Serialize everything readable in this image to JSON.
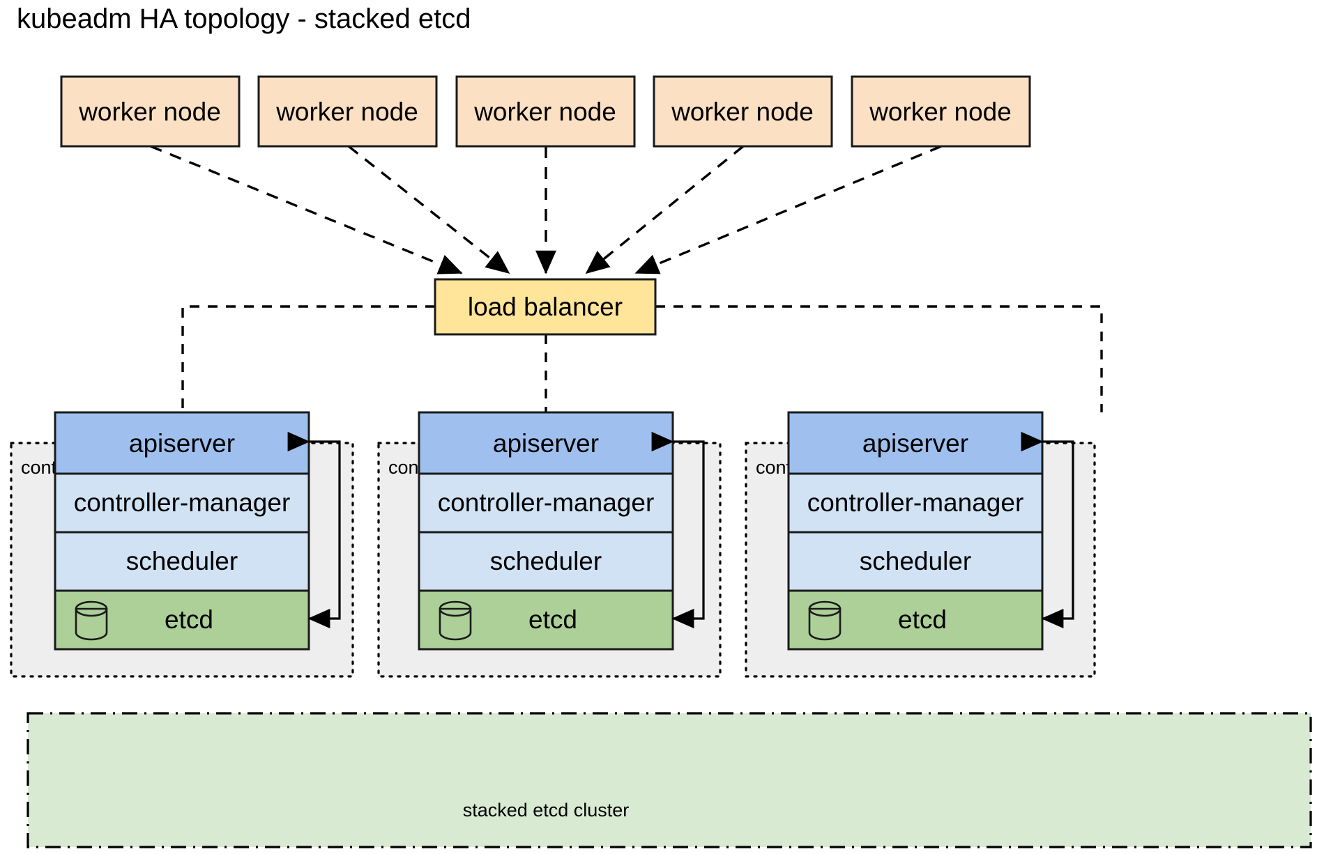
{
  "title": "kubeadm HA topology - stacked etcd",
  "colors": {
    "worker_fill": "#fbe0c4",
    "load_balancer_fill": "#ffe599",
    "apiserver_fill": "#9fc0ee",
    "component_fill": "#d0e2f4",
    "etcd_fill": "#acd098",
    "control_plane_fill": "#eeeeee",
    "etcd_cluster_fill": "#d9ead3",
    "stroke": "#1a1a1a"
  },
  "worker_nodes": [
    {
      "label": "worker node"
    },
    {
      "label": "worker node"
    },
    {
      "label": "worker node"
    },
    {
      "label": "worker node"
    },
    {
      "label": "worker node"
    }
  ],
  "load_balancer": {
    "label": "load balancer"
  },
  "control_plane_nodes": [
    {
      "label": "control plane node",
      "components": [
        {
          "name": "apiserver",
          "label": "apiserver"
        },
        {
          "name": "controller-manager",
          "label": "controller-manager"
        },
        {
          "name": "scheduler",
          "label": "scheduler"
        },
        {
          "name": "etcd",
          "label": "etcd",
          "icon": "database-cylinder-icon"
        }
      ]
    },
    {
      "label": "control plane node",
      "components": [
        {
          "name": "apiserver",
          "label": "apiserver"
        },
        {
          "name": "controller-manager",
          "label": "controller-manager"
        },
        {
          "name": "scheduler",
          "label": "scheduler"
        },
        {
          "name": "etcd",
          "label": "etcd",
          "icon": "database-cylinder-icon"
        }
      ]
    },
    {
      "label": "control plane node",
      "components": [
        {
          "name": "apiserver",
          "label": "apiserver"
        },
        {
          "name": "controller-manager",
          "label": "controller-manager"
        },
        {
          "name": "scheduler",
          "label": "scheduler"
        },
        {
          "name": "etcd",
          "label": "etcd",
          "icon": "database-cylinder-icon"
        }
      ]
    }
  ],
  "etcd_cluster": {
    "label": "stacked etcd cluster"
  }
}
